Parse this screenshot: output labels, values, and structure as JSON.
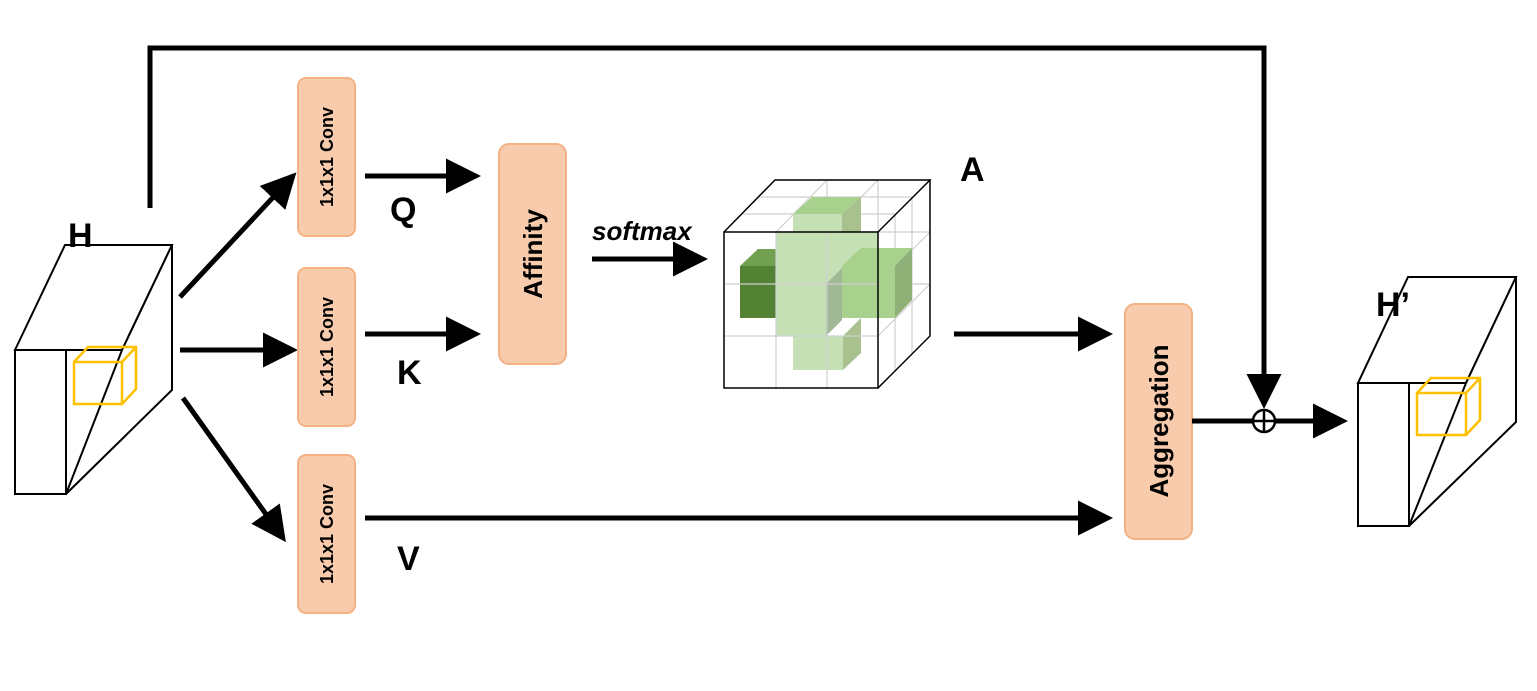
{
  "labels": {
    "input": "H",
    "output": "H’",
    "q": "Q",
    "k": "K",
    "v": "V",
    "a": "A",
    "softmax": "softmax"
  },
  "blocks": {
    "conv_q": "1x1x1 Conv",
    "conv_k": "1x1x1 Conv",
    "conv_v": "1x1x1 Conv",
    "affinity": "Affinity",
    "aggregation": "Aggregation"
  },
  "colors": {
    "block_fill": "#f8cbad",
    "block_border": "#f4b183",
    "voxel_highlight": "#ffc000",
    "affinity_center": "#548235",
    "affinity_light": "#c5e0b4",
    "affinity_mid": "#a9d18e"
  },
  "icons": {
    "sum": "circle-plus-icon"
  }
}
